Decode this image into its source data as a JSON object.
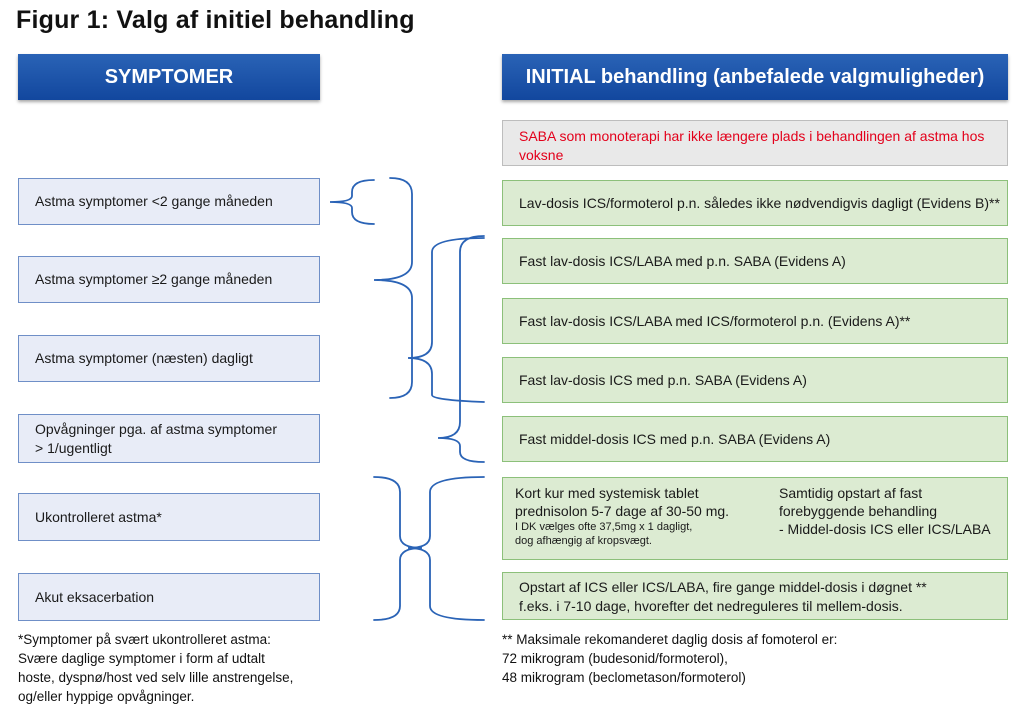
{
  "title": "Figur 1: Valg af initiel behandling",
  "headers": {
    "symptoms": "SYMPTOMER",
    "treatment": "INITIAL behandling (anbefalede valgmuligheder)"
  },
  "warning": "SABA som monoterapi har ikke længere plads i behandlingen af astma hos voksne",
  "symptoms": [
    "Astma symptomer <2 gange måneden",
    "Astma symptomer ≥2 gange måneden",
    "Astma symptomer (næsten) dagligt",
    "Opvågninger pga. af astma symptomer > 1/ugentligt",
    "Ukontrolleret astma*",
    "Akut eksacerbation"
  ],
  "treatments": [
    "Lav-dosis ICS/formoterol p.n. således ikke nødvendigvis dagligt (Evidens B)**",
    "Fast lav-dosis ICS/LABA med p.n. SABA (Evidens A)",
    "Fast lav-dosis ICS/LABA med ICS/formoterol p.n. (Evidens A)**",
    "Fast lav-dosis ICS med p.n. SABA (Evidens A)",
    "Fast middel-dosis ICS med p.n. SABA (Evidens A)"
  ],
  "kort": {
    "left_line1": "Kort kur med systemisk tablet",
    "left_line2": "prednisolon 5-7 dage af 30-50 mg.",
    "left_small1": "I DK vælges ofte 37,5mg x 1 dagligt,",
    "left_small2": "dog afhængig af kropsvægt.",
    "right_line1": "Samtidig opstart af fast",
    "right_line2": "forebyggende behandling",
    "right_line3": "-  Middel-dosis ICS eller ICS/LABA"
  },
  "last_treatment": {
    "line1": "Opstart af ICS eller ICS/LABA, fire gange middel-dosis i døgnet **",
    "line2": "f.eks. i 7-10 dage, hvorefter det nedreguleres til mellem-dosis."
  },
  "footnote_left": [
    "*Symptomer på svært ukontrolleret astma:",
    "Svære daglige symptomer i form af udtalt",
    "hoste, dyspnø/host ved selv lille anstrengelse,",
    "og/eller hyppige opvågninger."
  ],
  "footnote_right": [
    "** Maksimale rekomanderet daglig dosis af fomoterol er:",
    "72 mikrogram (budesonid/formoterol),",
    "48 mikrogram (beclometason/formoterol)"
  ],
  "colors": {
    "header_blue": "#1a50a6",
    "symptom_fill": "#e8ecf7",
    "treatment_fill": "#dcebd2",
    "warning_text": "#e3001b",
    "bracket": "#2a63b6"
  }
}
